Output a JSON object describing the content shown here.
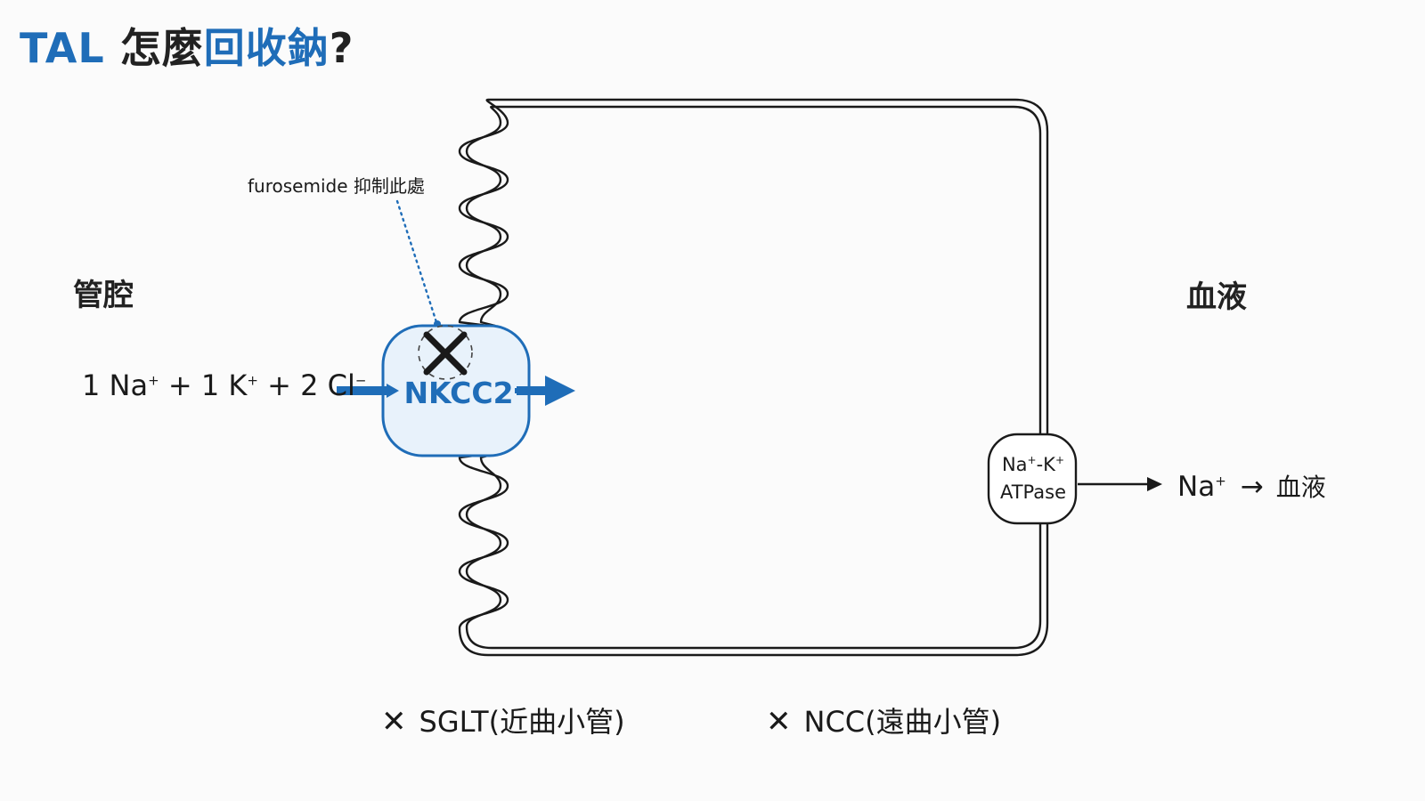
{
  "title": {
    "prefix": "TAL",
    "middle": "怎麼",
    "highlight": "回收鈉",
    "suffix": "?"
  },
  "labels": {
    "lumen": "管腔",
    "blood": "血液"
  },
  "ion_formula": {
    "n1": "1 Na",
    "s1": "+",
    "n2": " + 1 K",
    "s2": "+",
    "n3": " + 2 Cl",
    "s3": "−"
  },
  "transporter": {
    "name": "NKCC2",
    "inhibitor_note": "furosemide 抑制此處"
  },
  "pump": {
    "line1_a": "Na",
    "line1_sup_a": "+",
    "line1_b": "-K",
    "line1_sup_b": "+",
    "line2": "ATPase"
  },
  "basolateral_output": {
    "ion": "Na",
    "sup": "+",
    "arrow": "→",
    "dest": "血液"
  },
  "bottom_notes": [
    {
      "mark": "✕",
      "text": "SGLT(近曲小管)"
    },
    {
      "mark": "✕",
      "text": "NCC(遠曲小管)"
    }
  ],
  "colors": {
    "accent": "#1f6db8",
    "transporter_fill": "#e8f2fb",
    "outline": "#1a1a1a"
  },
  "icons": {
    "inhibit_mark": "x-mark-icon",
    "flow_arrow": "arrow-right-icon"
  }
}
